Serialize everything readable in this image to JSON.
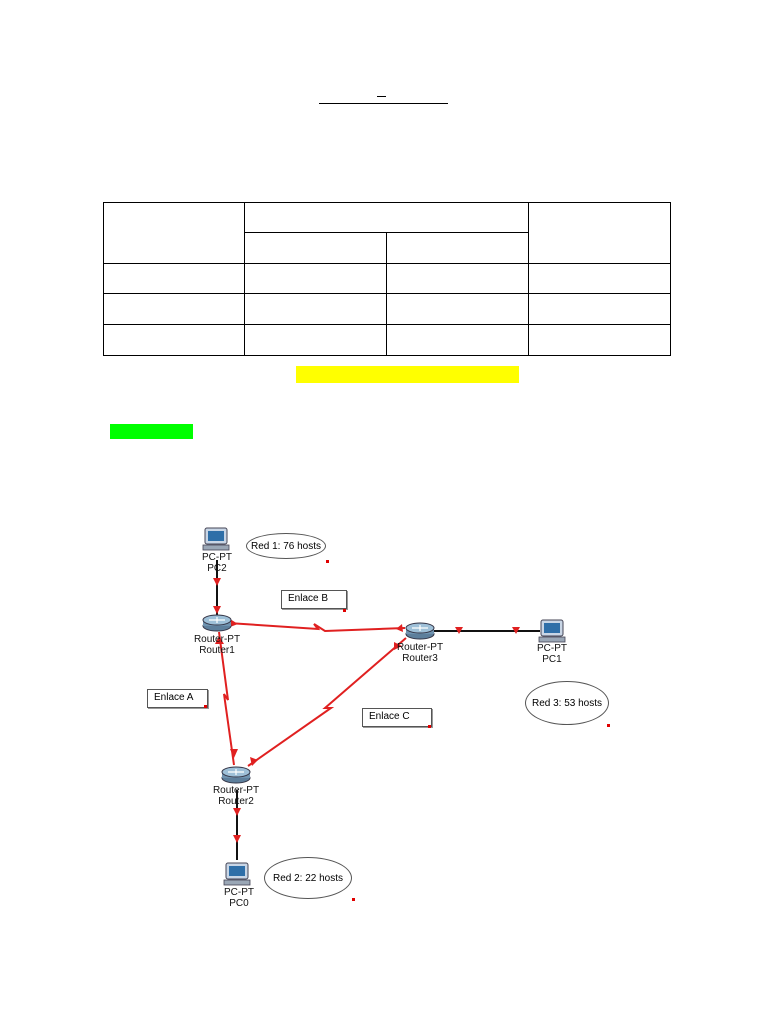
{
  "diagram": {
    "nodes": {
      "pc2": {
        "type": "PC-PT",
        "name": "PC2"
      },
      "router1": {
        "type": "Router-PT",
        "name": "Router1"
      },
      "router3": {
        "type": "Router-PT",
        "name": "Router3"
      },
      "pc1": {
        "type": "PC-PT",
        "name": "PC1"
      },
      "router2": {
        "type": "Router-PT",
        "name": "Router2"
      },
      "pc0": {
        "type": "PC-PT",
        "name": "PC0"
      }
    },
    "links": {
      "a": "Enlace A",
      "b": "Enlace B",
      "c": "Enlace C"
    },
    "networks": {
      "red1": "Red 1: 76 hosts",
      "red2": "Red 2: 22 hosts",
      "red3": "Red 3: 53 hosts"
    },
    "colors": {
      "link_red": "#e02020",
      "link_black": "#111111",
      "highlight_yellow": "#ffff00",
      "highlight_green": "#00ff00"
    }
  }
}
